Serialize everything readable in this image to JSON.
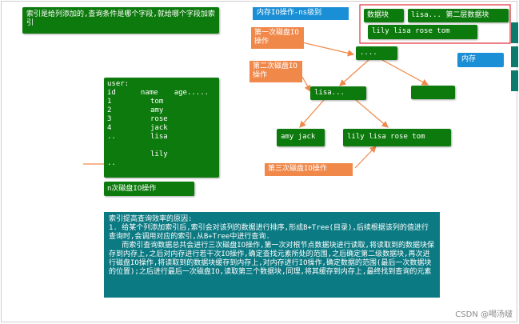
{
  "note_top": "索引是给列添加的,查询条件是哪个字段,就给哪个字段加索引",
  "memory_io_label": "内存IO操作-ns级别",
  "data_block_label": "数据块",
  "second_level_label": "lisa... 第二层数据块",
  "memory_row": "lily lisa rose tom",
  "memory_label": "内存",
  "io1_label": "第一次磁盘IO操作",
  "io2_label": "第二次磁盘IO操作",
  "io3_label": "第三次磁盘IO操作",
  "root_node": "....",
  "mid_node": "lisa...",
  "leaf_left": "amy jack",
  "leaf_right": "lily lisa rose tom",
  "table": {
    "name": "user:",
    "headers": [
      "id",
      "name",
      "age....."
    ],
    "rows": [
      [
        "1",
        "tom"
      ],
      [
        "2",
        "amy"
      ],
      [
        "3",
        "rose"
      ],
      [
        "4",
        "jack"
      ],
      [
        "..",
        "lisa"
      ],
      [
        "",
        ""
      ],
      [
        "",
        "lily"
      ],
      [
        "..",
        ""
      ]
    ]
  },
  "n_io_label": "n次磁盘IO操作",
  "explanation": {
    "title": "索引提高查询效率的原因:",
    "p1": "1. 给某个列添加索引后,索引会对该列的数据进行排序,形成B+Tree(目录),后续根据该列的值进行查询时,会调用对应的索引,从B+Tree中进行查询.",
    "p2": "   而索引查询数据总共会进行三次磁盘IO操作,第一次对根节点数据块进行读取,将读取到的数据块保存到内存上,之后对内存进行若干次IO操作,确定查找元素所处的范围,之后确定第二级数据块,再次进行磁盘IO操作,将读取到的数据块缓存到内存上,对内存进行IO操作,确定数据的范围(最后一次数据块的位置);之后进行最后一次磁盘IO,读取第三个数据块,同理,将其缓存到内存上,最终找到查询的元素"
  },
  "watermark": "CSDN @喝汤啵",
  "colors": {
    "green": "#0d7a0d",
    "orange": "#f0884a",
    "blue": "#1a8fd6",
    "teal": "#0c7a83",
    "red_border": "#e0303a",
    "arrow": "#f0884a"
  }
}
